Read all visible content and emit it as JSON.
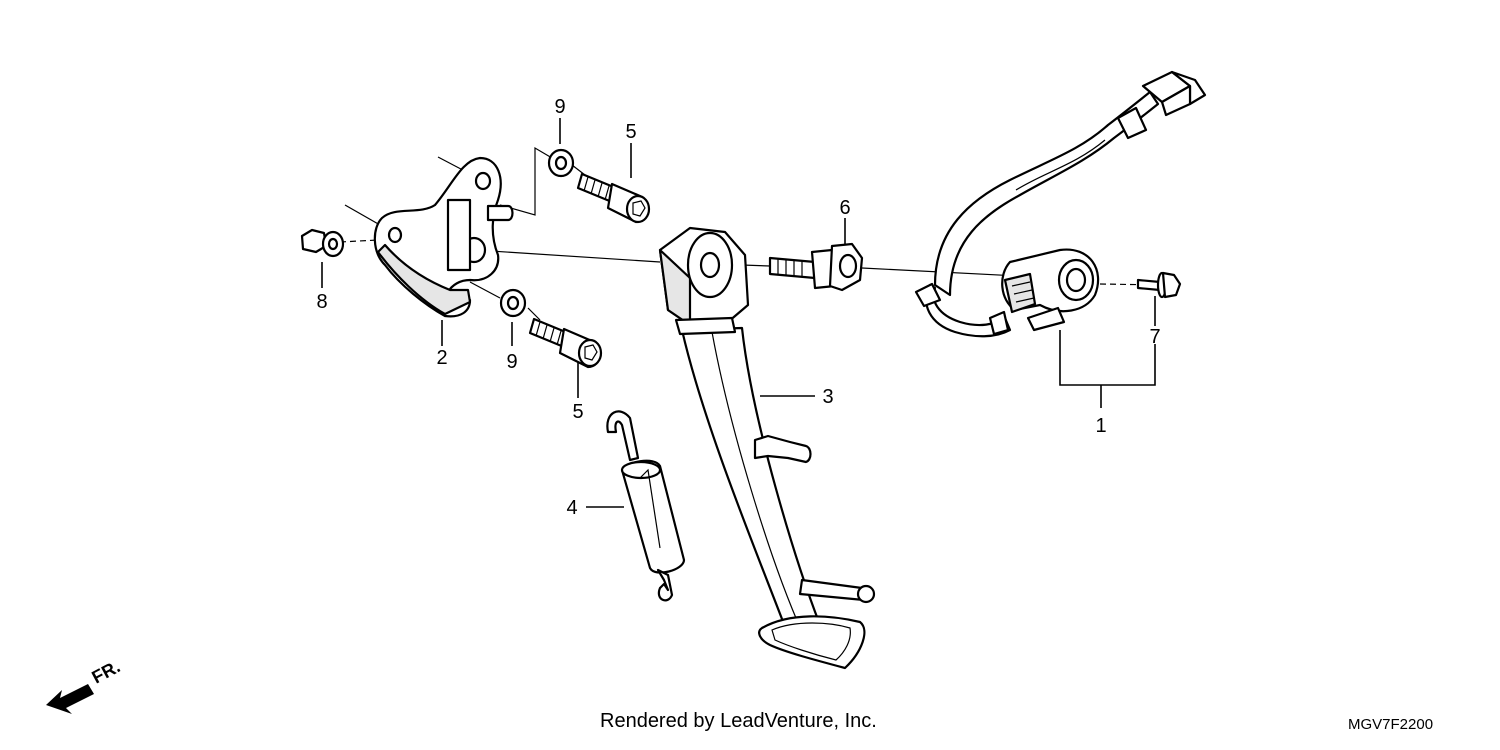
{
  "callouts": {
    "c1": "1",
    "c2": "2",
    "c3": "3",
    "c4": "4",
    "c5a": "5",
    "c5b": "5",
    "c6": "6",
    "c7": "7",
    "c8": "8",
    "c9a": "9",
    "c9b": "9"
  },
  "direction_label": "FR.",
  "footer": {
    "credit": "Rendered by LeadVenture, Inc.",
    "code": "MGV7F2200"
  }
}
